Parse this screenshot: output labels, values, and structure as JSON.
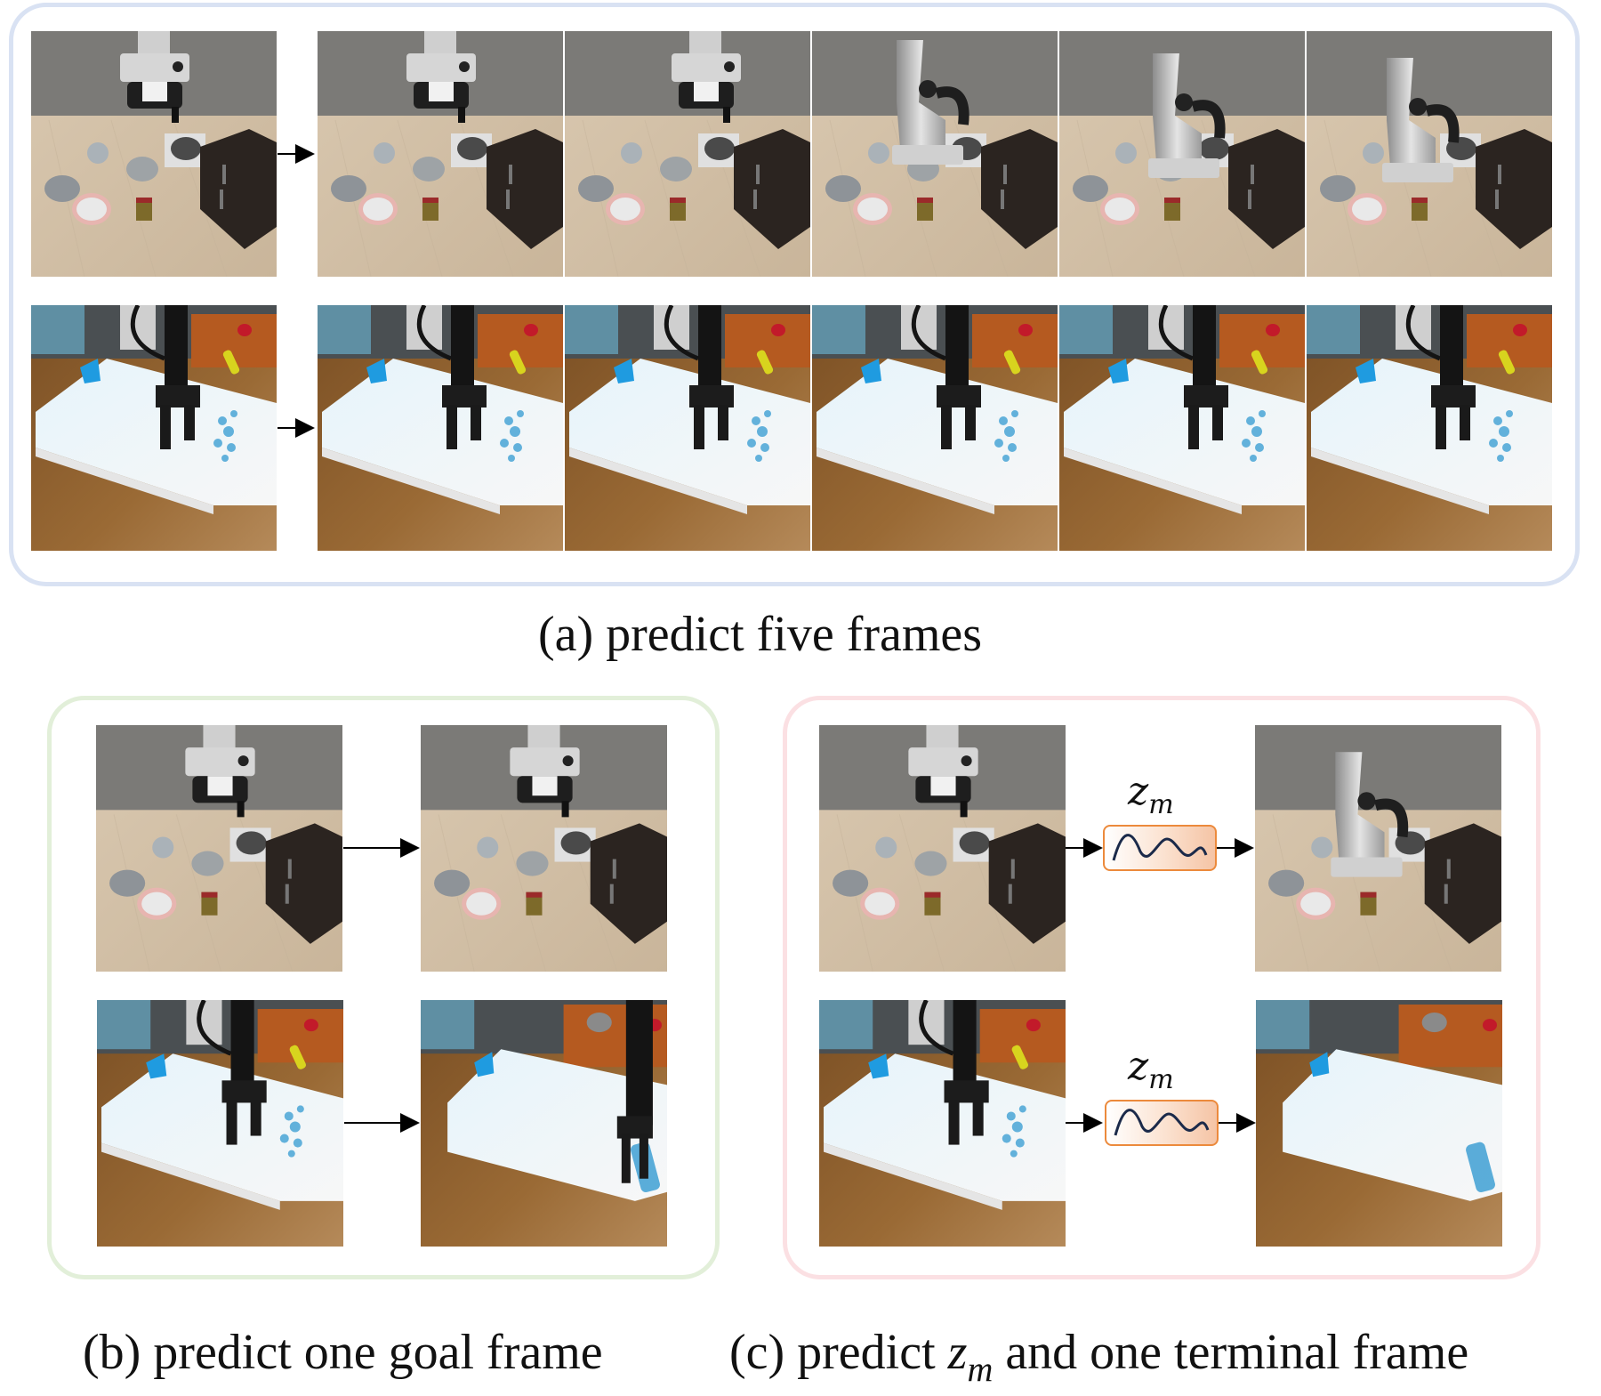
{
  "figure": {
    "panels": {
      "a": {
        "caption": "(a) predict five frames",
        "border_color": "#d9e2f3",
        "rows": [
          {
            "scene": "simulated-kitchen-tabletop",
            "input_frame": "robot arm above table with bowls, plate, box and dark drawer cabinet",
            "predicted_frames": [
              "frame 1",
              "frame 2",
              "frame 3",
              "frame 4",
              "frame 5"
            ]
          },
          {
            "scene": "real-robot-white-tray",
            "input_frame": "black gripper over white tray with blue granules on wooden desk",
            "predicted_frames": [
              "frame 1",
              "frame 2",
              "frame 3",
              "frame 4",
              "frame 5"
            ]
          }
        ]
      },
      "b": {
        "caption": "(b) predict one goal frame",
        "border_color": "#e2efd9",
        "rows": [
          {
            "input": "simulated-kitchen-tabletop",
            "output": "goal frame"
          },
          {
            "input": "real-robot-white-tray",
            "output": "goal frame"
          }
        ]
      },
      "c": {
        "caption_prefix": "(c) predict ",
        "caption_var": "z",
        "caption_sub": "m",
        "caption_suffix": " and one terminal frame",
        "border_color": "#fbe0e3",
        "latent_label": "z",
        "latent_sub": "m",
        "latent_box_color": "#ec8a3c",
        "rows": [
          {
            "input": "simulated-kitchen-tabletop",
            "latent": "z_m",
            "output": "terminal frame"
          },
          {
            "input": "real-robot-white-tray",
            "latent": "z_m",
            "output": "terminal frame"
          }
        ]
      }
    }
  }
}
